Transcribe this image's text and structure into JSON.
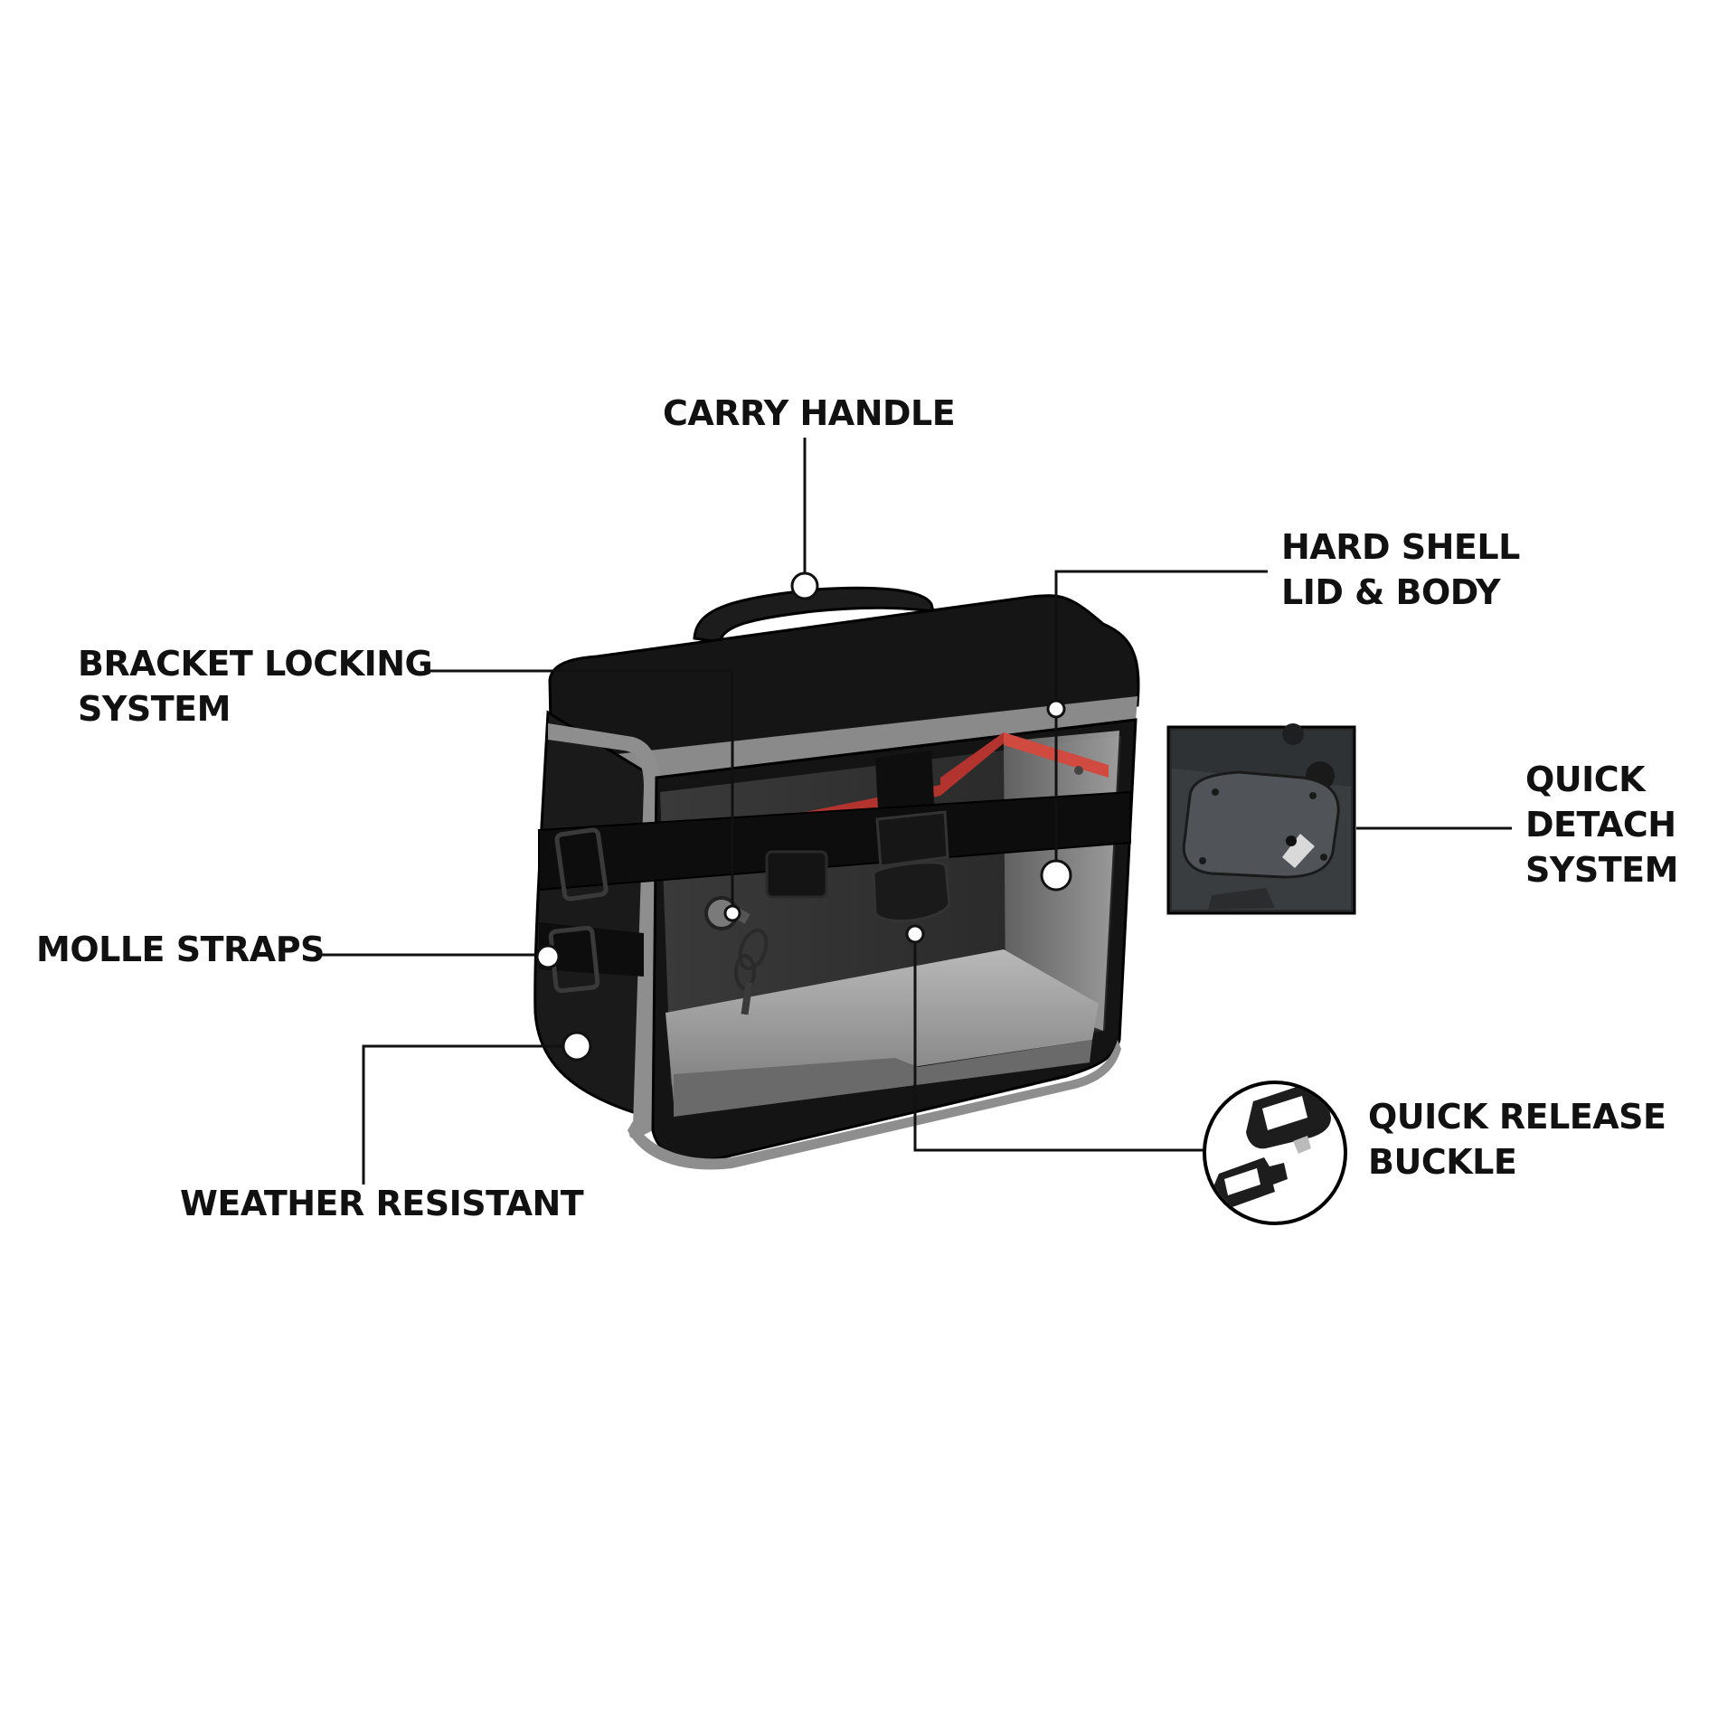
{
  "callouts": {
    "carry_handle": "CARRY HANDLE",
    "hard_shell": [
      "HARD SHELL",
      "LID & BODY"
    ],
    "bracket_locking": [
      "BRACKET LOCKING",
      "SYSTEM"
    ],
    "quick_detach": [
      "QUICK",
      "DETACH",
      "SYSTEM"
    ],
    "molle_straps": "MOLLE STRAPS",
    "quick_release": [
      "QUICK RELEASE",
      "BUCKLE"
    ],
    "weather_resistant": "WEATHER RESISTANT"
  },
  "colors": {
    "bag_body": "#1a1a1a",
    "trim": "#8a8a8a",
    "accent_red": "#b3342e",
    "interior": "#2e2e2e",
    "leader_line": "#111111"
  }
}
